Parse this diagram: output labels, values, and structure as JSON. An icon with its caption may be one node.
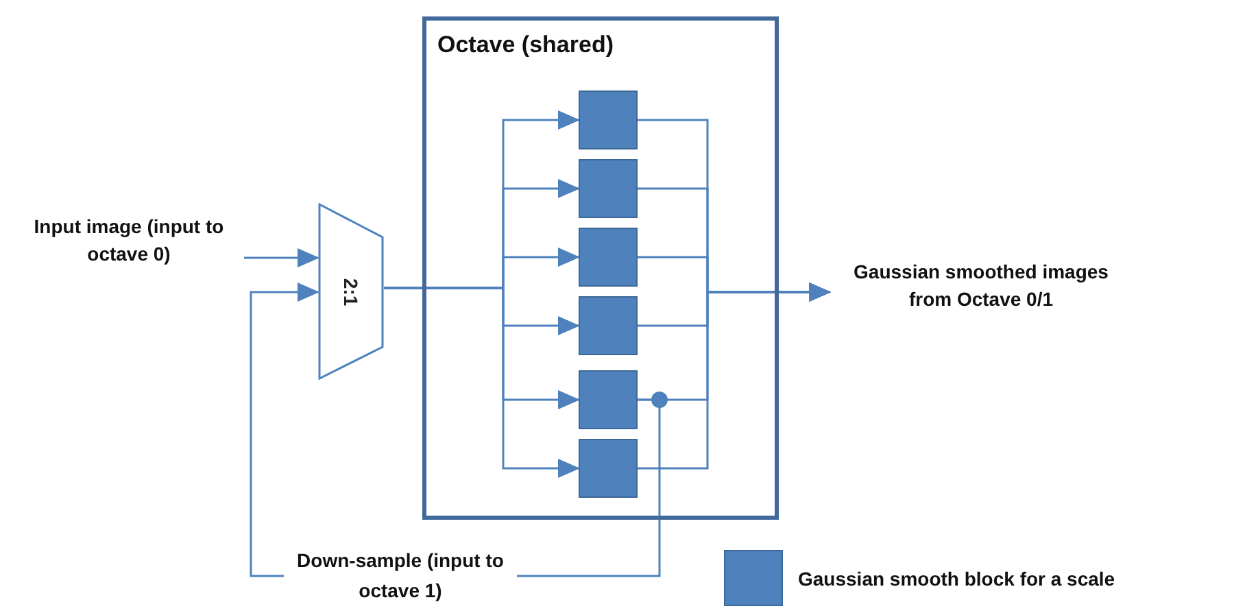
{
  "diagram": {
    "nodes": [
      {
        "text": [
          "Input image (input to octave 0)"
        ]
      },
      {
        "text": [
          "2:1"
        ]
      },
      {
        "text": [
          "Octave (shared)"
        ]
      },
      {
        "text": [],
        "shape": "box",
        "in": 2
      },
      {
        "text": [],
        "shape": "box",
        "in": 2
      },
      {
        "text": [],
        "shape": "box",
        "in": 2
      },
      {
        "text": [],
        "shape": "box",
        "in": 2
      },
      {
        "text": [],
        "shape": "box",
        "in": 2
      },
      {
        "text": [],
        "shape": "box",
        "in": 2
      },
      {
        "text": [
          "Gaussian smoothed images from Octave 0/1"
        ]
      }
    ],
    "edges": [
      {
        "from": 0,
        "to": 1,
        "arrow": "to"
      },
      {
        "from": 1,
        "to": 3,
        "arrow": "to"
      },
      {
        "from": 1,
        "to": 4,
        "arrow": "to"
      },
      {
        "from": 1,
        "to": 5,
        "arrow": "to"
      },
      {
        "from": 1,
        "to": 6,
        "arrow": "to"
      },
      {
        "from": 1,
        "to": 7,
        "arrow": "to"
      },
      {
        "from": 1,
        "to": 8,
        "arrow": "to"
      },
      {
        "from": 3,
        "to": 9,
        "arrow": "to"
      },
      {
        "from": 4,
        "to": 9,
        "arrow": "to"
      },
      {
        "from": 5,
        "to": 9,
        "arrow": "to"
      },
      {
        "from": 6,
        "to": 9,
        "arrow": "to"
      },
      {
        "from": 7,
        "to": 9,
        "arrow": "to"
      },
      {
        "from": 8,
        "to": 9,
        "arrow": "to"
      },
      {
        "from": 7,
        "to": 1,
        "arrow": "to",
        "label": "Down-sample (input to octave 1)"
      }
    ],
    "legend": [
      {
        "text": "Gaussian smooth block for a scale",
        "color": "#4f81bd"
      }
    ]
  }
}
